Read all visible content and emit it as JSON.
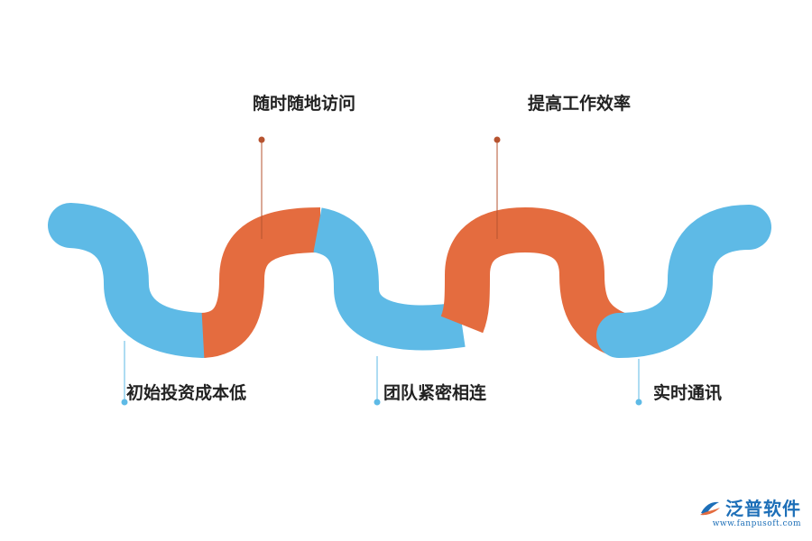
{
  "diagram": {
    "segments": [
      {
        "label": "初始投资成本低",
        "position": "bottom",
        "color": "#5ebae6"
      },
      {
        "label": "随时随地访问",
        "position": "top",
        "color": "#e46c3f"
      },
      {
        "label": "团队紧密相连",
        "position": "bottom",
        "color": "#5ebae6"
      },
      {
        "label": "提高工作效率",
        "position": "top",
        "color": "#e46c3f"
      },
      {
        "label": "实时通讯",
        "position": "bottom",
        "color": "#5ebae6"
      }
    ]
  },
  "logo": {
    "name": "泛普软件",
    "url": "www.fanpusoft.com",
    "color": "#1d6fb8"
  }
}
